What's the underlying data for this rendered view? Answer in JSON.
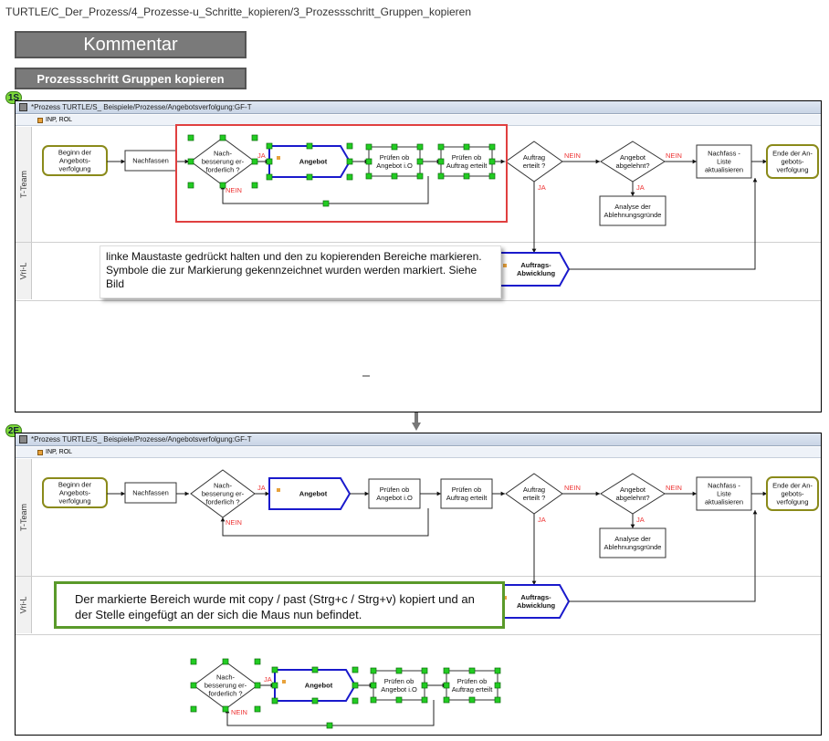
{
  "breadcrumb": "TURTLE/C_Der_Prozess/4_Prozesse-u_Schritte_kopieren/3_Prozessschritt_Gruppen_kopieren",
  "kommentar_label": "Kommentar",
  "group_label": "Prozessschritt Gruppen kopieren",
  "colors": {
    "green_badge": "#7dd83a",
    "selection_red": "#e04040",
    "handle_green": "#22cc22",
    "blue_box": "#1a1acc",
    "olive_box": "#8a8a1a",
    "note_green": "#5a9a2a"
  },
  "panel1": {
    "badge": "1S",
    "title": "*Prozess TURTLE/S_ Beispiele/Prozesse/Angebotsverfolgung:GF-T",
    "toolbar": "INP, ROL",
    "lanes": [
      "T-Team",
      "Vri-L"
    ],
    "note": "linke Maustaste gedrückt halten und den zu kopierenden Bereiche markieren. Symbole die zur Markierung gekennzeichnet wurden werden markiert. Siehe Bild"
  },
  "panel2": {
    "badge": "2E",
    "title": "*Prozess TURTLE/S_ Beispiele/Prozesse/Angebotsverfolgung:GF-T",
    "toolbar": "INP, ROL",
    "lanes": [
      "T-Team",
      "Vri-L"
    ],
    "note": "Der markierte Bereich wurde mit copy / past (Strg+c / Strg+v) kopiert und an der Stelle eingefügt an der sich die Maus nun befindet."
  },
  "flow": {
    "start": [
      "Beginn der",
      "Angebots-",
      "verfolgung"
    ],
    "nachfassen": "Nachfassen",
    "nachbesserung": [
      "Nach-",
      "besserung er-",
      "forderlich ?"
    ],
    "angebot": "Angebot",
    "pruefen_io": [
      "Prüfen ob",
      "Angebot i.O"
    ],
    "pruefen_erteilt": [
      "Prüfen ob",
      "Auftrag erteilt"
    ],
    "auftrag_erteilt": [
      "Auftrag",
      "erteilt ?"
    ],
    "angebot_abgelehnt": [
      "Angebot",
      "abgelehnt?"
    ],
    "nachfass_liste": [
      "Nachfass -",
      "Liste",
      "aktualisieren"
    ],
    "ende": [
      "Ende der An-",
      "gebots-",
      "verfolgung"
    ],
    "analyse": [
      "Analyse der",
      "Ablehnungsgründe"
    ],
    "abwicklung": [
      "Auftrags-",
      "Abwicklung"
    ],
    "ja": "JA",
    "nein": "NEIN"
  }
}
